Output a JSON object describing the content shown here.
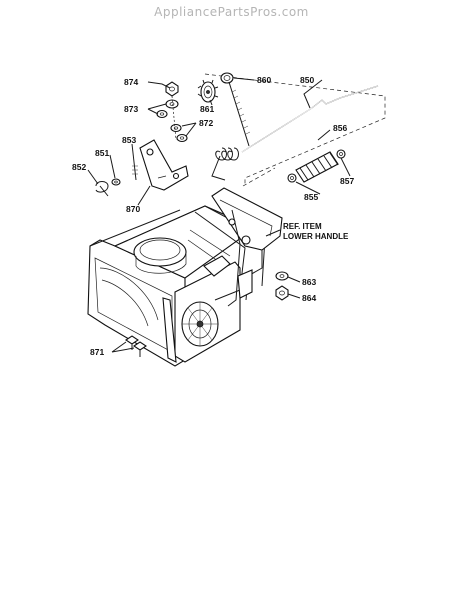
{
  "watermark": "AppliancePartsPros.com",
  "callouts": {
    "p850": "850",
    "p851": "851",
    "p852": "852",
    "p853": "853",
    "p855": "855",
    "p856": "856",
    "p857": "857",
    "p860": "860",
    "p861": "861",
    "p863": "863",
    "p864": "864",
    "p870": "870",
    "p871": "871",
    "p872": "872",
    "p873": "873",
    "p874": "874"
  },
  "reference_note": {
    "line1": "REF. ITEM",
    "line2": "LOWER HANDLE"
  }
}
